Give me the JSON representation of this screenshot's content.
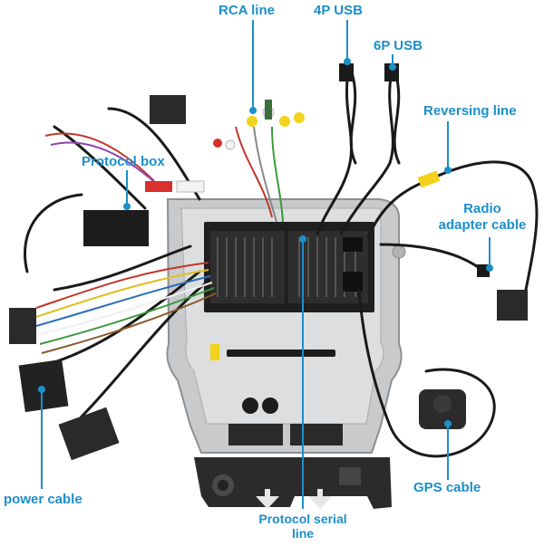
{
  "labels": {
    "rca_line": "RCA line",
    "usb_4p": "4P USB",
    "usb_6p": "6P USB",
    "reversing_line": "Reversing line",
    "protocol_box": "Protocol box",
    "radio_adapter_1": "Radio",
    "radio_adapter_2": "adapter cable",
    "power_cable": "power cable",
    "gps_cable": "GPS cable",
    "protocol_serial_1": "Protocol serial",
    "protocol_serial_2": "line"
  },
  "colors": {
    "label": "#1d8fc9",
    "leader": "#1d8fc9",
    "cable": "#1a1a1a",
    "frame": "#c8cacc",
    "rca_yellow": "#f2d21a",
    "rca_red": "#d8302b",
    "rca_white": "#f2f2f2"
  }
}
